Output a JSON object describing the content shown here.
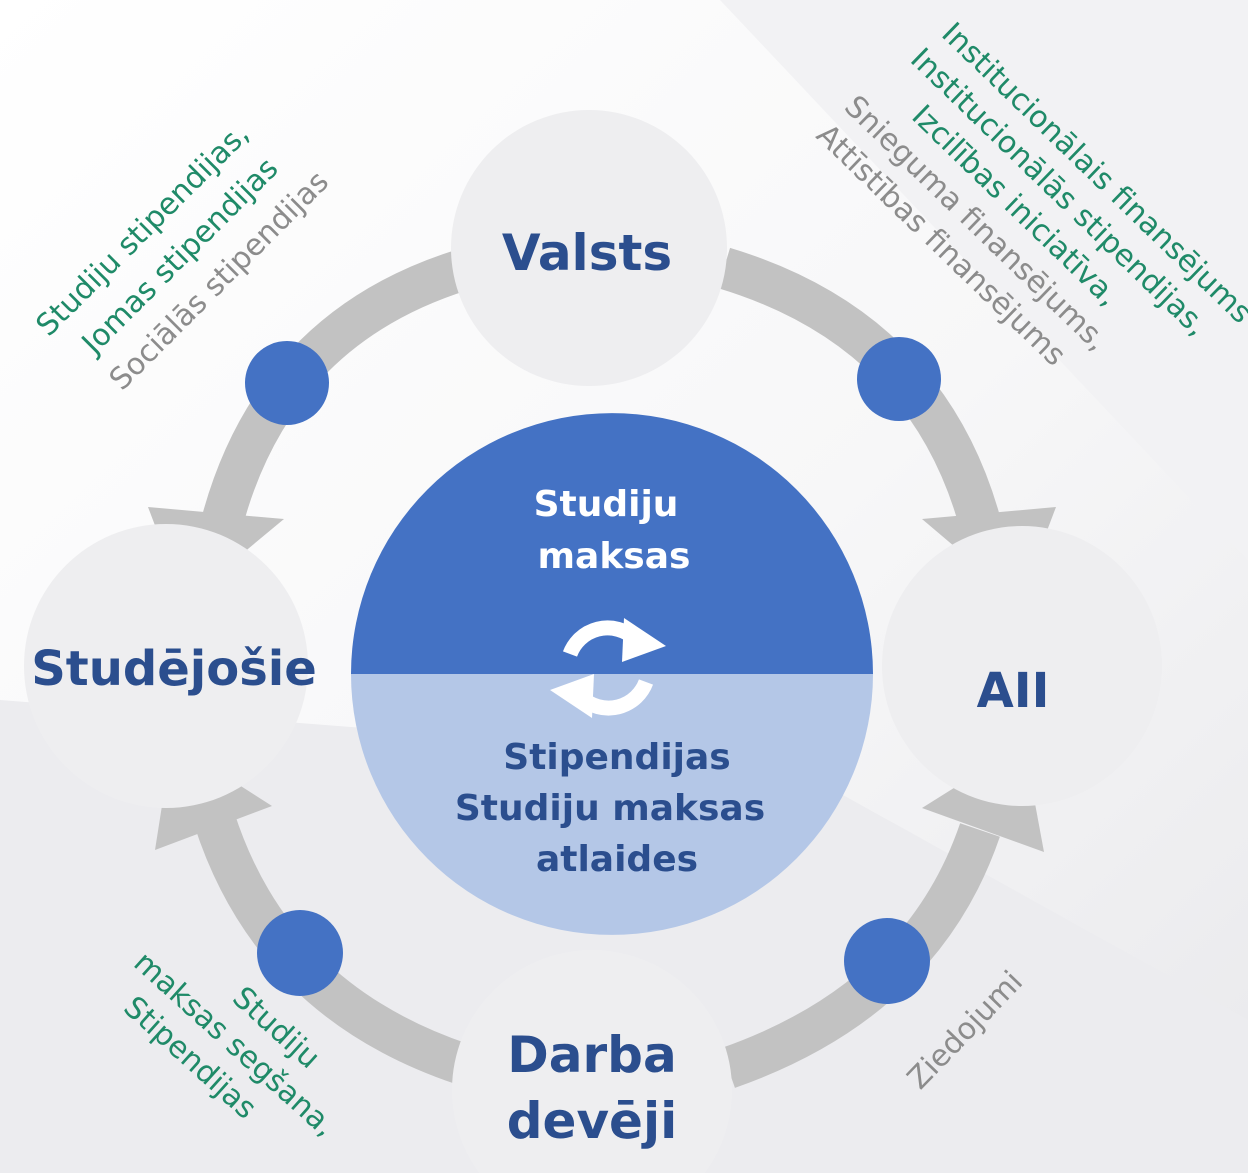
{
  "colors": {
    "node_fill": "#eeeef0",
    "node_text": "#2b4e8e",
    "arrow": "#c2c2c2",
    "dot": "#4472c4",
    "center_top": "#4472c4",
    "center_bottom": "#b4c7e7",
    "center_top_text": "#ffffff",
    "center_bottom_text": "#2b4e8e",
    "green_text": "#1f8a68",
    "gray_text": "#8c8c8c"
  },
  "nodes": {
    "valsts": "Valsts",
    "studejosie": "Studējošie",
    "aii": "AII",
    "darba_deveji": [
      "Darba",
      "devēji"
    ]
  },
  "center": {
    "top_lines": [
      "Studiju",
      "maksas"
    ],
    "bottom_lines": [
      "Stipendijas",
      "Studiju maksas",
      "atlaides"
    ],
    "icon": "refresh-cycle-icon"
  },
  "flows": {
    "valsts_to_studejosie": [
      {
        "text": "Studiju stipendijas,",
        "color": "green"
      },
      {
        "text": "Jomas stipendijas",
        "color": "green"
      },
      {
        "text": "Sociālās stipendijas",
        "color": "gray"
      }
    ],
    "valsts_to_aii": [
      {
        "text": "Institucionālais finansējums",
        "color": "green"
      },
      {
        "text": "Institucionālās stipendijas,",
        "color": "green"
      },
      {
        "text": "Izcilības iniciatīva,",
        "color": "green"
      },
      {
        "text": "Snieguma finansējums,",
        "color": "gray"
      },
      {
        "text": "Attīstības finansējums",
        "color": "gray"
      }
    ],
    "darba_deveji_to_studejosie": [
      {
        "text": "Studiju",
        "color": "green"
      },
      {
        "text": "maksas segšana,",
        "color": "green"
      },
      {
        "text": "Stipendijas",
        "color": "green"
      }
    ],
    "darba_deveji_to_aii": [
      {
        "text": "Ziedojumi",
        "color": "gray"
      }
    ]
  }
}
